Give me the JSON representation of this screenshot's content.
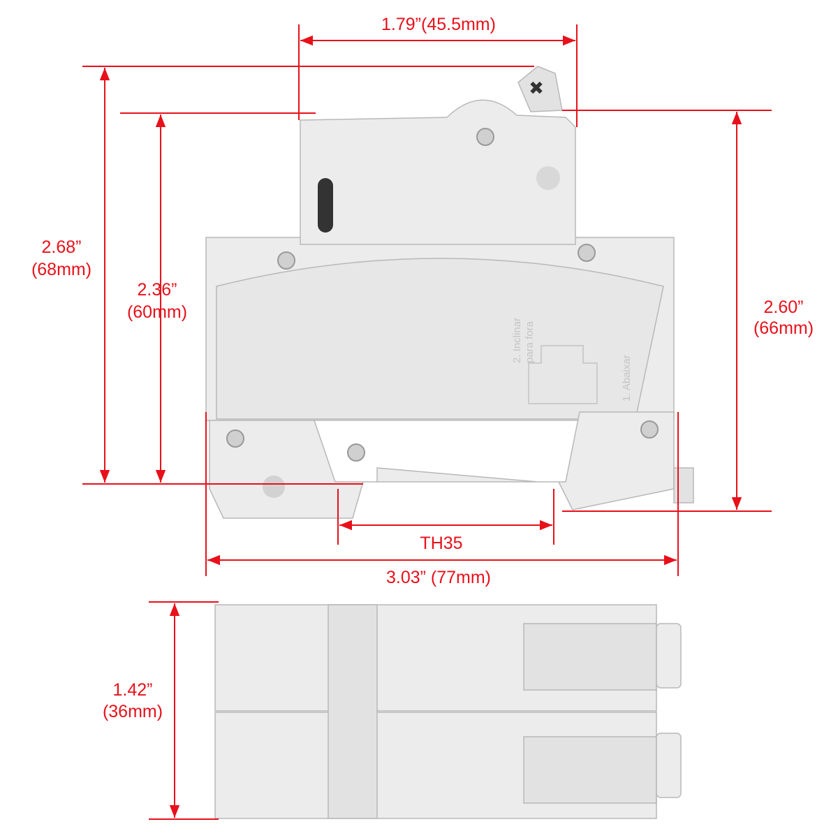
{
  "dimensions": {
    "width_top": "1.79”(45.5mm)",
    "height_total_in": "2.68”",
    "height_total_mm": "(68mm)",
    "height_body_in": "2.36”",
    "height_body_mm": "(60mm)",
    "height_right_in": "2.60”",
    "height_right_mm": "(66mm)",
    "rail": "TH35",
    "depth": "3.03” (77mm)",
    "width_bottom_in": "1.42”",
    "width_bottom_mm": "(36mm)"
  },
  "embossed": {
    "step2_line1": "2. Inclinar",
    "step2_line2": "para fora",
    "step1": "1. Abaixar"
  },
  "colors": {
    "dimension": "#e8101a",
    "body": "#ececec"
  }
}
